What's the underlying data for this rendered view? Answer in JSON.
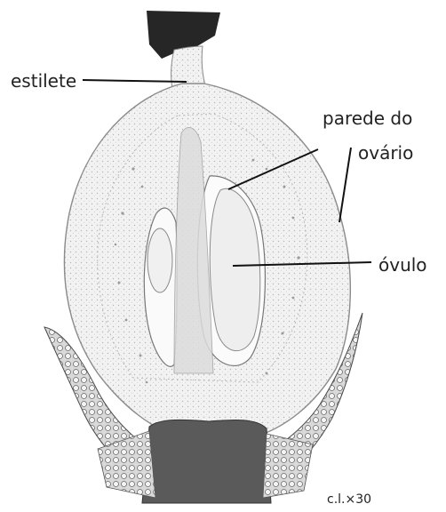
{
  "labels": {
    "style": "estilete",
    "ovary_wall_line1": "parede do",
    "ovary_wall_line2": "ovário",
    "ovule": "óvulo"
  },
  "magnification": "c.l.×30",
  "colors": {
    "background": "#ffffff",
    "tissue_fill": "#eeeeee",
    "tissue_stroke": "#8a8a8a",
    "dark_tissue": "#2b2b2b",
    "leader_line": "#111111"
  }
}
